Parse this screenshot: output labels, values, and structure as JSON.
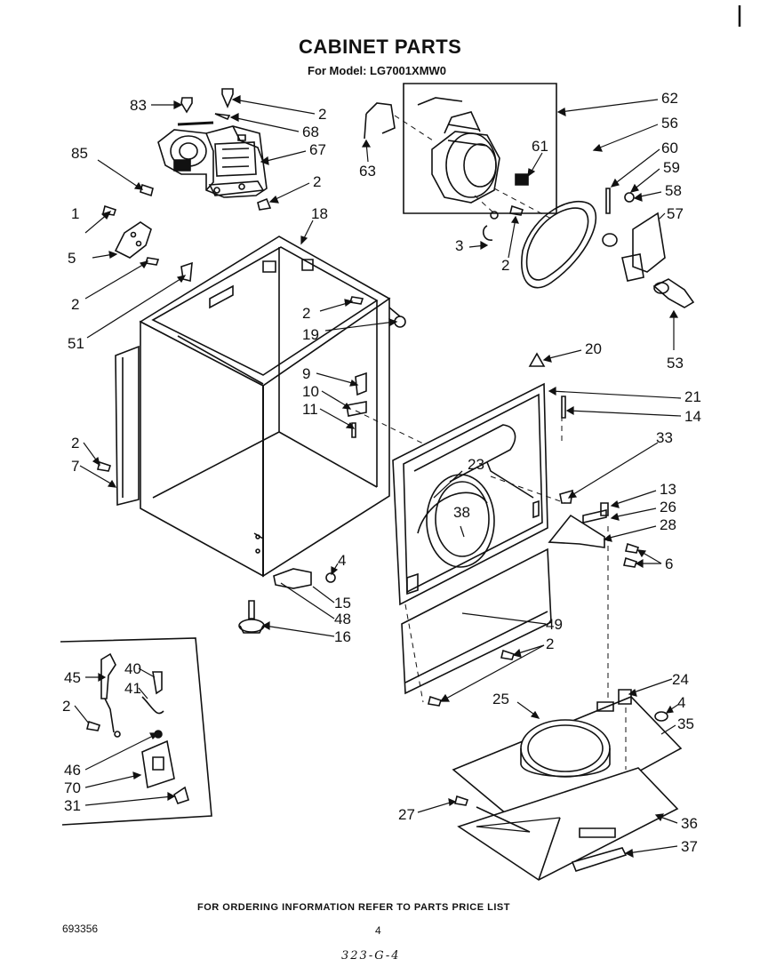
{
  "header": {
    "title": "CABINET PARTS",
    "subtitle": "For Model: LG7001XMW0"
  },
  "footer": {
    "ordering_note": "FOR ORDERING INFORMATION REFER TO PARTS PRICE LIST",
    "doc_number": "693356",
    "page_number": "4",
    "handwritten_note": "323-G-4"
  },
  "callouts": [
    "83",
    "2",
    "68",
    "67",
    "2",
    "85",
    "1",
    "5",
    "2",
    "51",
    "18",
    "2",
    "19",
    "62",
    "56",
    "60",
    "59",
    "58",
    "57",
    "61",
    "63",
    "3",
    "2",
    "53",
    "20",
    "21",
    "14",
    "33",
    "9",
    "10",
    "11",
    "23",
    "38",
    "2",
    "7",
    "13",
    "26",
    "28",
    "6",
    "4",
    "15",
    "48",
    "16",
    "49",
    "2",
    "24",
    "4",
    "35",
    "25",
    "27",
    "36",
    "37",
    "45",
    "40",
    "41",
    "2",
    "46",
    "70",
    "31"
  ]
}
